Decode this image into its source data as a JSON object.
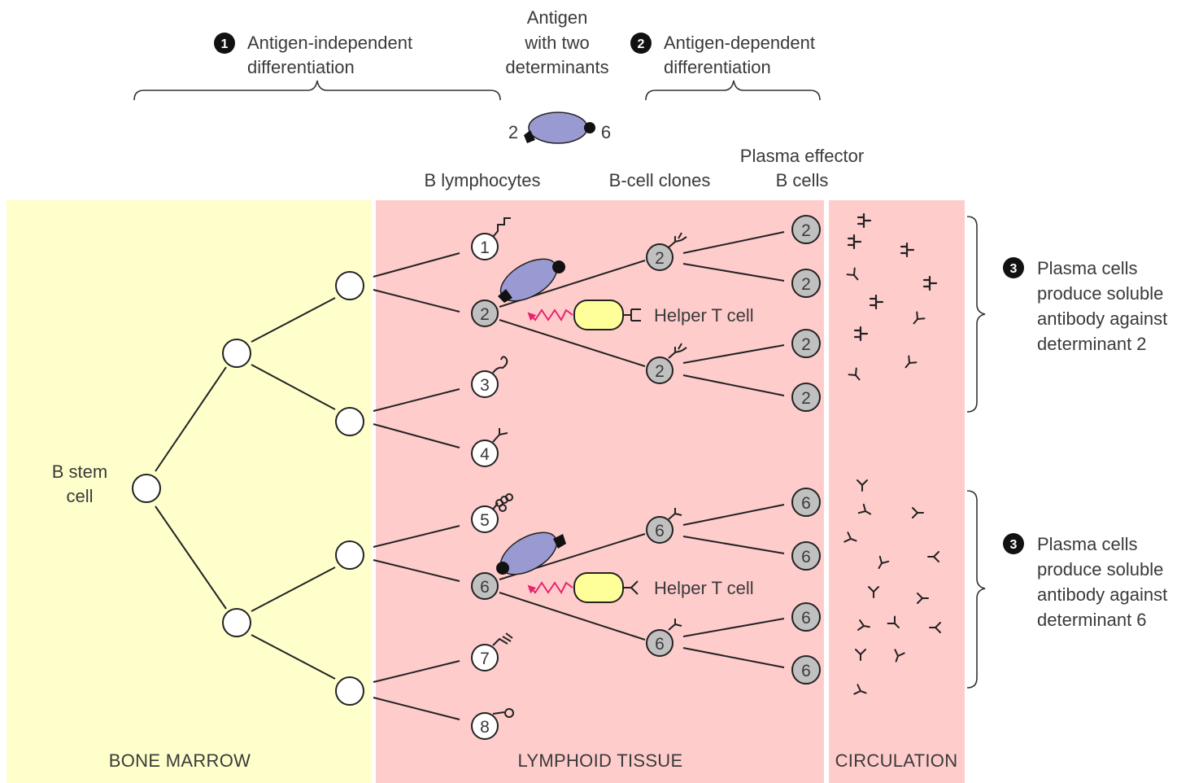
{
  "header": {
    "step1_number": "1",
    "step1_line1": "Antigen-independent",
    "step1_line2": "differentiation",
    "antigen_line1": "Antigen",
    "antigen_line2": "with two",
    "antigen_line3": "determinants",
    "antigen_left_determinant": "2",
    "antigen_right_determinant": "6",
    "step2_number": "2",
    "step2_line1": "Antigen-dependent",
    "step2_line2": "differentiation"
  },
  "columns": {
    "b_lymphocytes": "B lymphocytes",
    "b_cell_clones": "B-cell clones",
    "plasma_line1": "Plasma effector",
    "plasma_line2": "B cells"
  },
  "stem_cell": {
    "line1": "B stem",
    "line2": "cell"
  },
  "regions": {
    "bone_marrow": "BONE MARROW",
    "lymphoid_tissue": "LYMPHOID TISSUE",
    "circulation": "CIRCULATION"
  },
  "lymphocytes": [
    "1",
    "2",
    "3",
    "4",
    "5",
    "6",
    "7",
    "8"
  ],
  "clones_top": [
    "2",
    "2"
  ],
  "clones_bottom": [
    "6",
    "6"
  ],
  "plasma_top": [
    "2",
    "2",
    "2",
    "2"
  ],
  "plasma_bottom": [
    "6",
    "6",
    "6",
    "6"
  ],
  "helper_top": "Helper T cell",
  "helper_bottom": "Helper T cell",
  "step3_top": {
    "number": "3",
    "line1": "Plasma cells",
    "line2": "produce soluble",
    "line3": "antibody against",
    "line4": "determinant 2"
  },
  "step3_bottom": {
    "number": "3",
    "line1": "Plasma cells",
    "line2": "produce soluble",
    "line3": "antibody against",
    "line4": "determinant 6"
  },
  "colors": {
    "bone_marrow_bg": "#ffffcc",
    "lymphoid_bg": "#ffcccc",
    "antigen_fill": "#9a9ad2",
    "helper_fill": "#ffff99",
    "activated_cell_fill": "#c0c0c0",
    "signal_arrow": "#e6246e"
  }
}
